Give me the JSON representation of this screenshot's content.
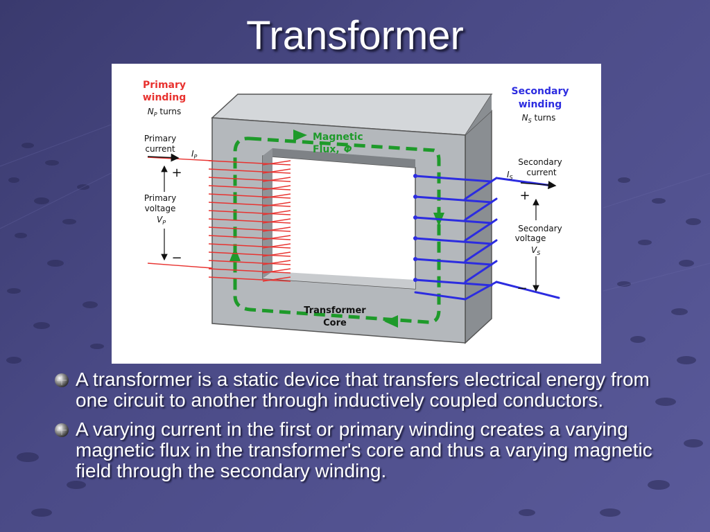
{
  "slide": {
    "title": "Transformer",
    "bullets": [
      "A transformer is a static device that transfers electrical energy from one circuit to another through inductively coupled conductors.",
      "A varying current in the first or primary winding creates a varying magnetic flux in the transformer's core and thus a varying magnetic field through the secondary winding."
    ]
  },
  "diagram": {
    "primary_winding_line1": "Primary",
    "primary_winding_line2": "winding",
    "primary_turns_n": "N",
    "primary_turns_sub": "P",
    "primary_turns_word": "turns",
    "primary_current_line1": "Primary",
    "primary_current_line2": "current",
    "primary_current_symbol": "I",
    "primary_current_sub": "P",
    "primary_voltage_line1": "Primary",
    "primary_voltage_line2": "voltage",
    "primary_voltage_symbol": "V",
    "primary_voltage_sub": "P",
    "plus": "+",
    "minus": "−",
    "secondary_winding_line1": "Secondary",
    "secondary_winding_line2": "winding",
    "secondary_turns_n": "N",
    "secondary_turns_sub": "S",
    "secondary_turns_word": "turns",
    "secondary_current_line1": "Secondary",
    "secondary_current_line2": "current",
    "secondary_current_symbol": "I",
    "secondary_current_sub": "S",
    "secondary_voltage_line1": "Secondary",
    "secondary_voltage_line2": "voltage",
    "secondary_voltage_symbol": "V",
    "secondary_voltage_sub": "S",
    "flux_line1": "Magnetic",
    "flux_line2": "Flux,",
    "flux_symbol": "Φ",
    "core_line1": "Transformer",
    "core_line2": "Core"
  },
  "colors": {
    "primary": "#e8322f",
    "secondary": "#2c2ce0",
    "flux": "#1e9a2a",
    "core": "#b4b8bc"
  }
}
